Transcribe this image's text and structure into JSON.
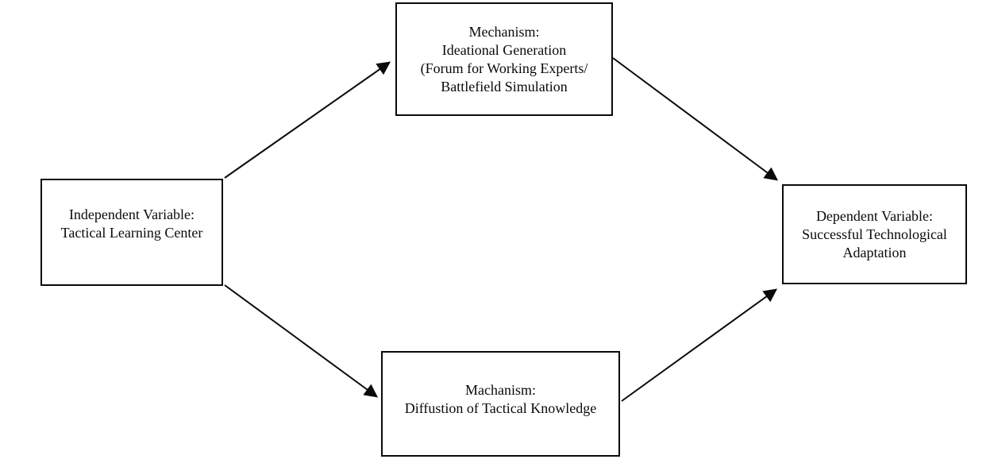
{
  "diagram": {
    "background_color": "#ffffff",
    "line_color": "#0a0a0a",
    "nodes": {
      "independent_variable": {
        "lines": [
          "Independent Variable:",
          "Tactical Learning Center"
        ]
      },
      "mechanism_ideational": {
        "lines": [
          "Mechanism:",
          "Ideational Generation",
          "(Forum for Working Experts/",
          "Battlefield Simulation"
        ]
      },
      "dependent_variable": {
        "lines": [
          "Dependent Variable:",
          "Successful Technological",
          "Adaptation"
        ]
      },
      "mechanism_diffusion": {
        "lines": [
          "Machanism:",
          "Diffustion of Tactical Knowledge"
        ]
      }
    },
    "edges": [
      {
        "from": "independent_variable",
        "to": "mechanism_ideational"
      },
      {
        "from": "mechanism_ideational",
        "to": "dependent_variable"
      },
      {
        "from": "independent_variable",
        "to": "mechanism_diffusion"
      },
      {
        "from": "mechanism_diffusion",
        "to": "dependent_variable"
      }
    ]
  }
}
